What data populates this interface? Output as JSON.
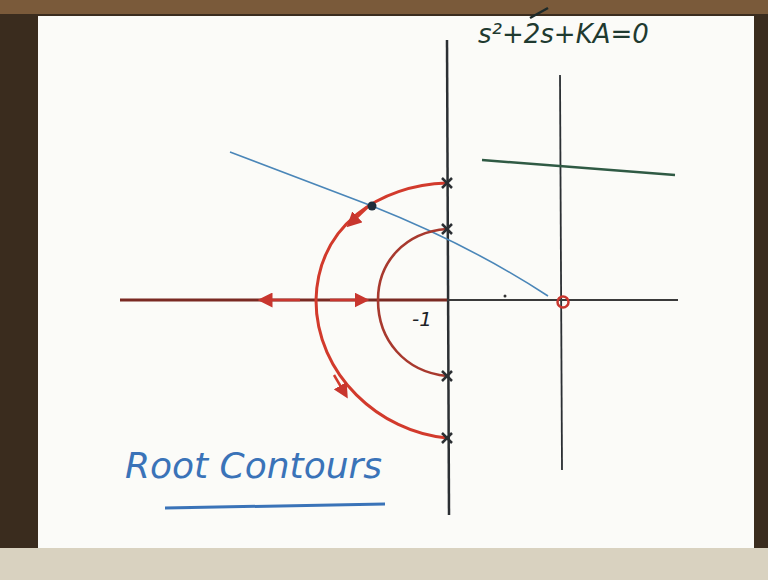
{
  "diagram": {
    "labels": [
      "s²+2s+KA=0",
      "-1",
      "Root Contours"
    ]
  }
}
